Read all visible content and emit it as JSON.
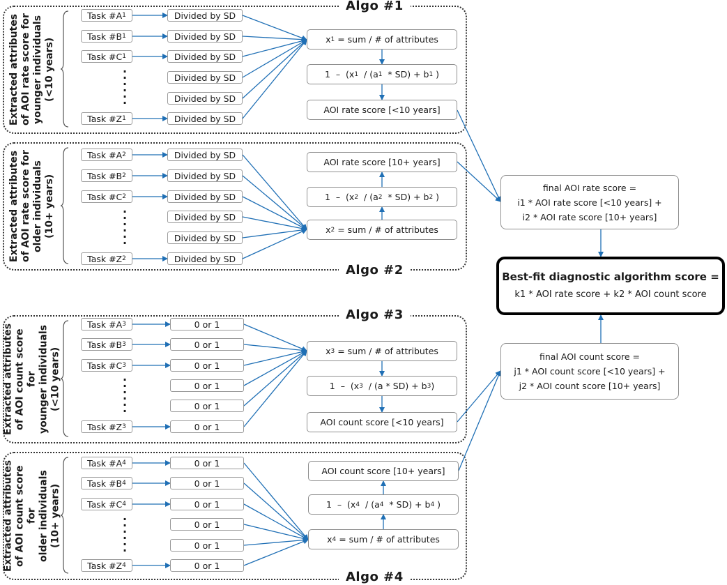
{
  "algos": [
    {
      "title": "Algo #1",
      "side_label": [
        "Extracted attributes",
        "of AOI rate score for",
        "younger individuals",
        "(<10 years)"
      ],
      "tasks": [
        {
          "label": "Task #A",
          "sub": "1"
        },
        {
          "label": "Task #B",
          "sub": "1"
        },
        {
          "label": "Task #C",
          "sub": "1"
        },
        {
          "label": "Task #Z",
          "sub": "1"
        }
      ],
      "transform": "Divided by SD",
      "calc_sum": {
        "prefix": "x",
        "sub": "1",
        "text": " = sum / # of attributes"
      },
      "calc_formula": {
        "a": "1  –  (x",
        "xsub": "1",
        "b": "  / (a",
        "asub": "1",
        "c": "  * SD) + b",
        "bsub": "1",
        "d": " )"
      },
      "result": "AOI rate score [<10 years]"
    },
    {
      "title": "Algo #2",
      "side_label": [
        "Extracted attributes",
        "of AOI rate score for",
        "older individuals",
        "(10+ years)"
      ],
      "tasks": [
        {
          "label": "Task #A",
          "sub": "2"
        },
        {
          "label": "Task #B",
          "sub": "2"
        },
        {
          "label": "Task #C",
          "sub": "2"
        },
        {
          "label": "Task #Z",
          "sub": "2"
        }
      ],
      "transform": "Divided by SD",
      "calc_sum": {
        "prefix": "x",
        "sub": "2",
        "text": " = sum / # of attributes"
      },
      "calc_formula": {
        "a": "1  –  (x",
        "xsub": "2",
        "b": "  / (a",
        "asub": "2",
        "c": "  * SD) + b",
        "bsub": "2",
        "d": " )"
      },
      "result": "AOI rate score [10+ years]"
    },
    {
      "title": "Algo #3",
      "side_label": [
        "Extracted attributes",
        "of AOI count score for",
        "younger individuals",
        "(<10 years)"
      ],
      "tasks": [
        {
          "label": "Task #A",
          "sub": "3"
        },
        {
          "label": "Task #B",
          "sub": "3"
        },
        {
          "label": "Task #C",
          "sub": "3"
        },
        {
          "label": "Task #Z",
          "sub": "3"
        }
      ],
      "transform": "0 or 1",
      "calc_sum": {
        "prefix": "x",
        "sub": "3",
        "text": " = sum / # of attributes"
      },
      "calc_formula": {
        "a": "1  –  (x",
        "xsub": "3",
        "b": "  / (a",
        "asub": "",
        "c": " * SD) + b",
        "bsub": "3",
        "d": ")"
      },
      "result": "AOI count score [<10 years]"
    },
    {
      "title": "Algo #4",
      "side_label": [
        "Extracted attributes",
        "of AOI count score for",
        "older individuals",
        "(10+ years)"
      ],
      "tasks": [
        {
          "label": "Task #A",
          "sub": "4"
        },
        {
          "label": "Task #B",
          "sub": "4"
        },
        {
          "label": "Task #C",
          "sub": "4"
        },
        {
          "label": "Task #Z",
          "sub": "4"
        }
      ],
      "transform": "0 or 1",
      "calc_sum": {
        "prefix": "x",
        "sub": "4",
        "text": " = sum / # of attributes"
      },
      "calc_formula": {
        "a": "1  –  (x",
        "xsub": "4",
        "b": "  / (a",
        "asub": "4",
        "c": "  * SD) + b",
        "bsub": "4",
        "d": " )"
      },
      "result": "AOI count score [10+ years]"
    }
  ],
  "final_rate": {
    "line1": "final AOI rate score =",
    "line2": "i1 * AOI rate score [<10 years] +",
    "line3": "i2 * AOI rate score [10+ years]"
  },
  "final_count": {
    "line1": "final AOI count score =",
    "line2": "j1 * AOI count score [<10 years] +",
    "line3": "j2 * AOI count score [10+ years]"
  },
  "best_fit": {
    "title": "Best-fit diagnostic algorithm score =",
    "formula": "k1 * AOI rate score + k2 * AOI count score"
  },
  "colors": {
    "arrow": "#1f6fb5",
    "border": "#333333",
    "box_border": "#9a9a9a"
  }
}
